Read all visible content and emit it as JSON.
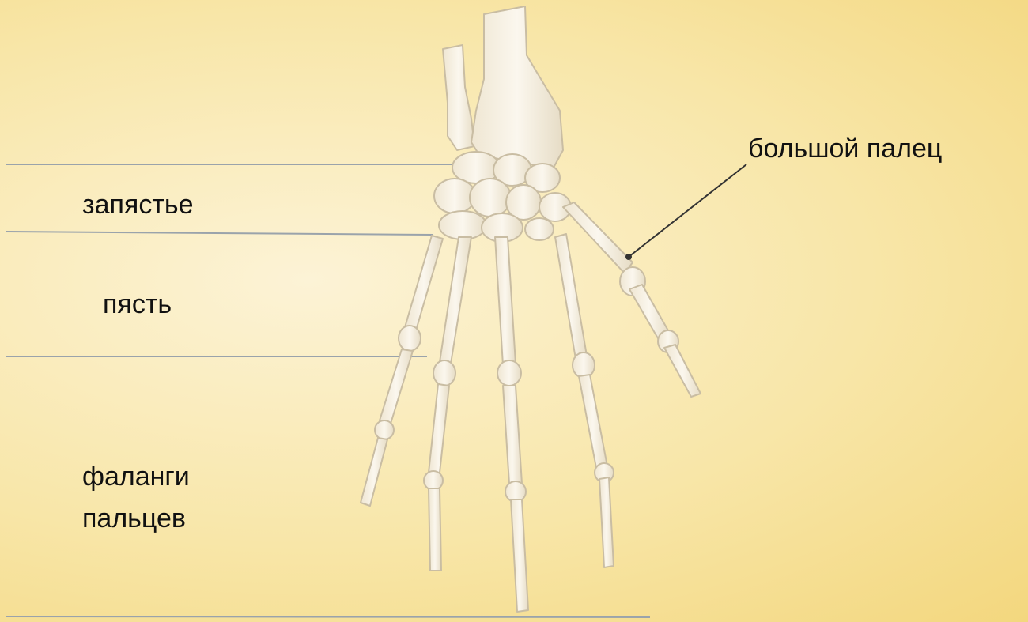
{
  "labels": {
    "thumb": "большой палец",
    "wrist": "запястье",
    "metacarpus": "пясть",
    "phalanges_line1": "фаланги",
    "phalanges_line2": "пальцев"
  },
  "colors": {
    "background": "#f8e6a8",
    "bone_fill": "#f7f1e3",
    "bone_stroke": "#c9bda3",
    "divider_line": "#9aa3ab",
    "leader_line": "#333333"
  },
  "icons": {
    "illustration": "hand-skeleton"
  }
}
